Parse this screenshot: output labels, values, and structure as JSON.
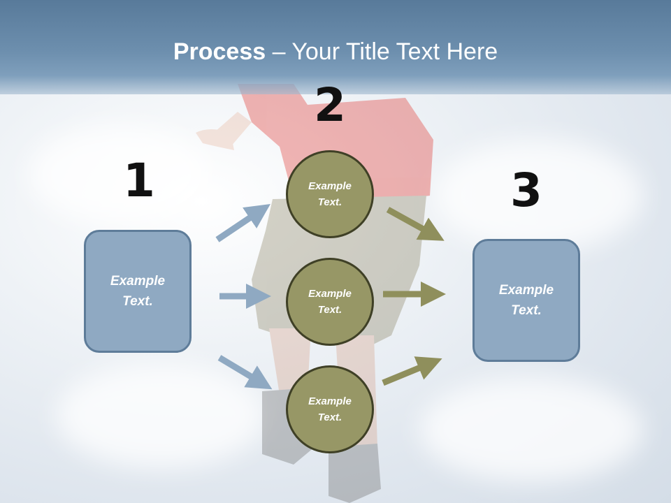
{
  "title": {
    "bold": "Process",
    "rest": " – Your Title Text Here"
  },
  "steps": {
    "one": "1",
    "two": "2",
    "three": "3"
  },
  "left_box": {
    "text_line1": "Example",
    "text_line2": "Text."
  },
  "right_box": {
    "text_line1": "Example",
    "text_line2": "Text."
  },
  "circles": [
    {
      "line1": "Example",
      "line2": "Text."
    },
    {
      "line1": "Example",
      "line2": "Text."
    },
    {
      "line1": "Example",
      "line2": "Text."
    }
  ],
  "colors": {
    "header": "#6d8fae",
    "box_fill": "#8fa9c2",
    "box_border": "#5e7c99",
    "circle_fill": "#979766",
    "circle_border": "#3f4026",
    "blue_arrow": "#8fa9c2",
    "olive_arrow": "#8f8f5c"
  }
}
